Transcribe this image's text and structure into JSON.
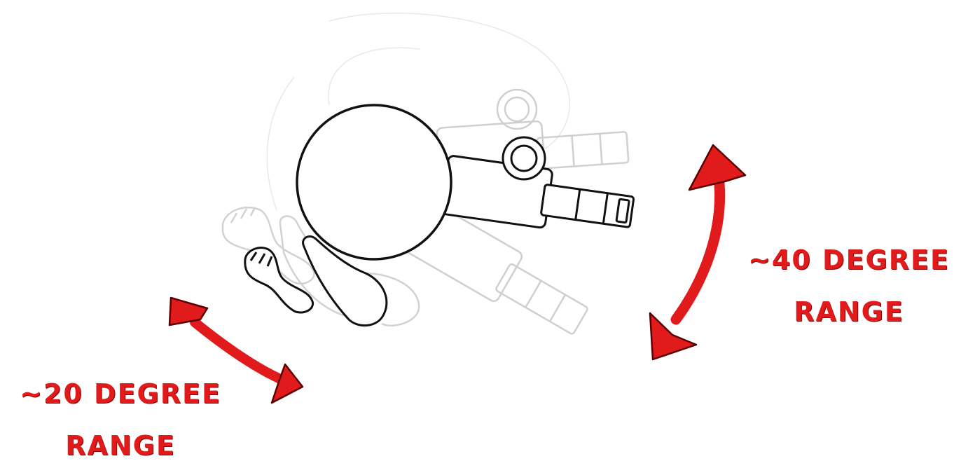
{
  "colors": {
    "accent": "#e11b1b",
    "ink": "#111111",
    "ghost_ink": "#c6c6c6",
    "faint_ink": "#e6e6e6",
    "background": "#ffffff"
  },
  "annotations": {
    "range_large": {
      "line1": "~40 DEGREE",
      "line2": "RANGE"
    },
    "range_small": {
      "line1": "~20 DEGREE",
      "line2": "RANGE"
    }
  }
}
